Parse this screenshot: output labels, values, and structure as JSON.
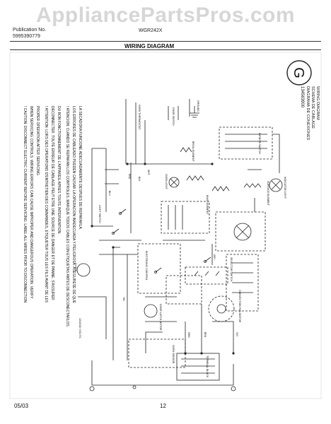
{
  "watermark": "AppliancePartsPros.com",
  "header": {
    "publication_label": "Publication No.",
    "publication_number": "5995390779",
    "model": "WGR242X",
    "title": "WIRING DIAGRAM"
  },
  "footer": {
    "date": "05/03",
    "page": "12"
  },
  "badge_letter": "G",
  "side_caption": {
    "line1": "WIRING DIAGRAM",
    "line2": "SCHEMA DE CABLAGE",
    "line3": "DIAGRAMA DE CONEXIONES",
    "part_number": "134563900"
  },
  "caution_lines": [
    "! CAUTION: DISCONNECT ELECTRIC CURRENT BEFORE SERVICING. LABEL ALL WIRES PRIOR TO DISCONNECTION",
    "WHEN SERVICING CONTROLS. WIRING ERRORS CAN CAUSE IMPROPER AND DANGEROUS OPERATION. VERIFY",
    "PROPER OPERATION AFTER SERVICING.",
    "! ATTENTION: LORS DES OPERATIONS D'ENTRETIEN DES COMMANDES, ETIQUETER TOUS LES FILS AVANT DE LES",
    "DECONNECTER. TOUTE ERREUR DE CABLAGE PEUT ETRE UNE SOURCE DE DANGER ET DE PANNE. S'ASSURER",
    "DU BON FONCTIONNEMENT DE L'APPAREIL APRES TOUTE INTERVENTION.",
    "! ATENCION: CUANDO SE REPARAN LOS CONTROLES, MARQUE TODOS CABLES CON ETIQUETAS ANTES DE DESCONECTARLOS.",
    "LOS ERRORES DE CABLEADO PUEDEN CAUSAR LA OPERACION INADECUADA Y PELIGROSA. ASEGURESE DE QUE",
    "LA SECADORA FUNCIONE ADECUADAMENTE DESPUES DE REPARARLA."
  ],
  "supply_label": "120/240 VOLTS",
  "components": {
    "oven_thermostat": "OVEN THERMOSTAT",
    "bake_element": "BAKE ELEMENT",
    "broil_element": "BROIL ELEMENT",
    "oven_light": "OVEN LIGHT",
    "light_switch": "LIGHT SWITCH",
    "door_switch": "DOOR SWITCH",
    "clock": "CLOCK",
    "convection_fan": "CONVECTION FAN MOTOR",
    "selector_switch": "SELECTOR SWITCH",
    "surface_element": "SURFACE ELEMENT",
    "infinite_switch": "INFINITE SWITCH",
    "indicator_light": "INDICATOR LIGHT",
    "terminal_block": "TERMINAL BLOCK",
    "ground": "GROUND",
    "electronic_control": "ELECTRONIC CONTROL",
    "latch_motor": "DOOR LATCH MOTOR",
    "sensor": "OVEN SENSOR"
  },
  "wire_colors": [
    "RED",
    "BLK",
    "WHT",
    "BLU",
    "YEL",
    "ORG",
    "BRN",
    "VIO",
    "GRY"
  ]
}
